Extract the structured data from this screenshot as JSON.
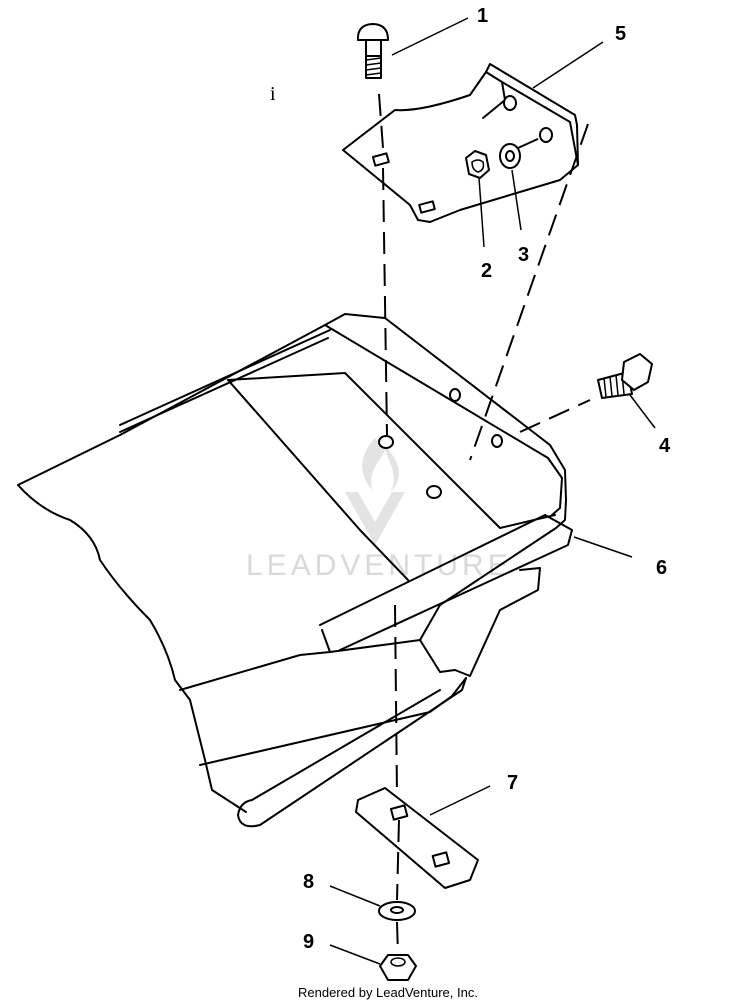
{
  "callouts": [
    "1",
    "2",
    "3",
    "4",
    "5",
    "6",
    "7",
    "8",
    "9"
  ],
  "stray_mark": "i",
  "watermark": {
    "text": "LEADVENTURE",
    "logo_icon": "flame-v-logo-icon"
  },
  "credit": "Rendered by LeadVenture, Inc."
}
